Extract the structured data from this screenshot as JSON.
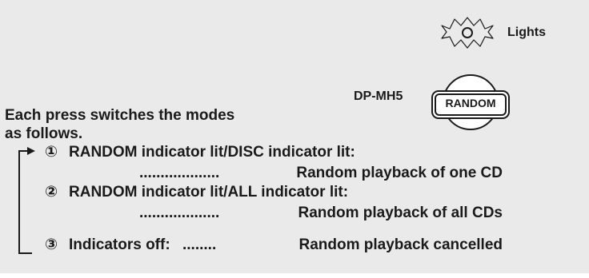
{
  "lights_label": "Lights",
  "model_label": "DP-MH5",
  "button_label": "RANDOM",
  "intro": {
    "line1": "Each press switches the modes",
    "line2": "as follows."
  },
  "modes": [
    {
      "num": "①",
      "line1": "RANDOM indicator lit/DISC indicator lit:",
      "dots": "...................",
      "desc": "Random playback of one CD"
    },
    {
      "num": "②",
      "line1": "RANDOM indicator lit/ALL indicator lit:",
      "dots": "...................",
      "desc": "Random playback of all CDs"
    },
    {
      "num": "③",
      "line1": "Indicators off:",
      "dots": "........",
      "desc": "Random playback cancelled"
    }
  ]
}
